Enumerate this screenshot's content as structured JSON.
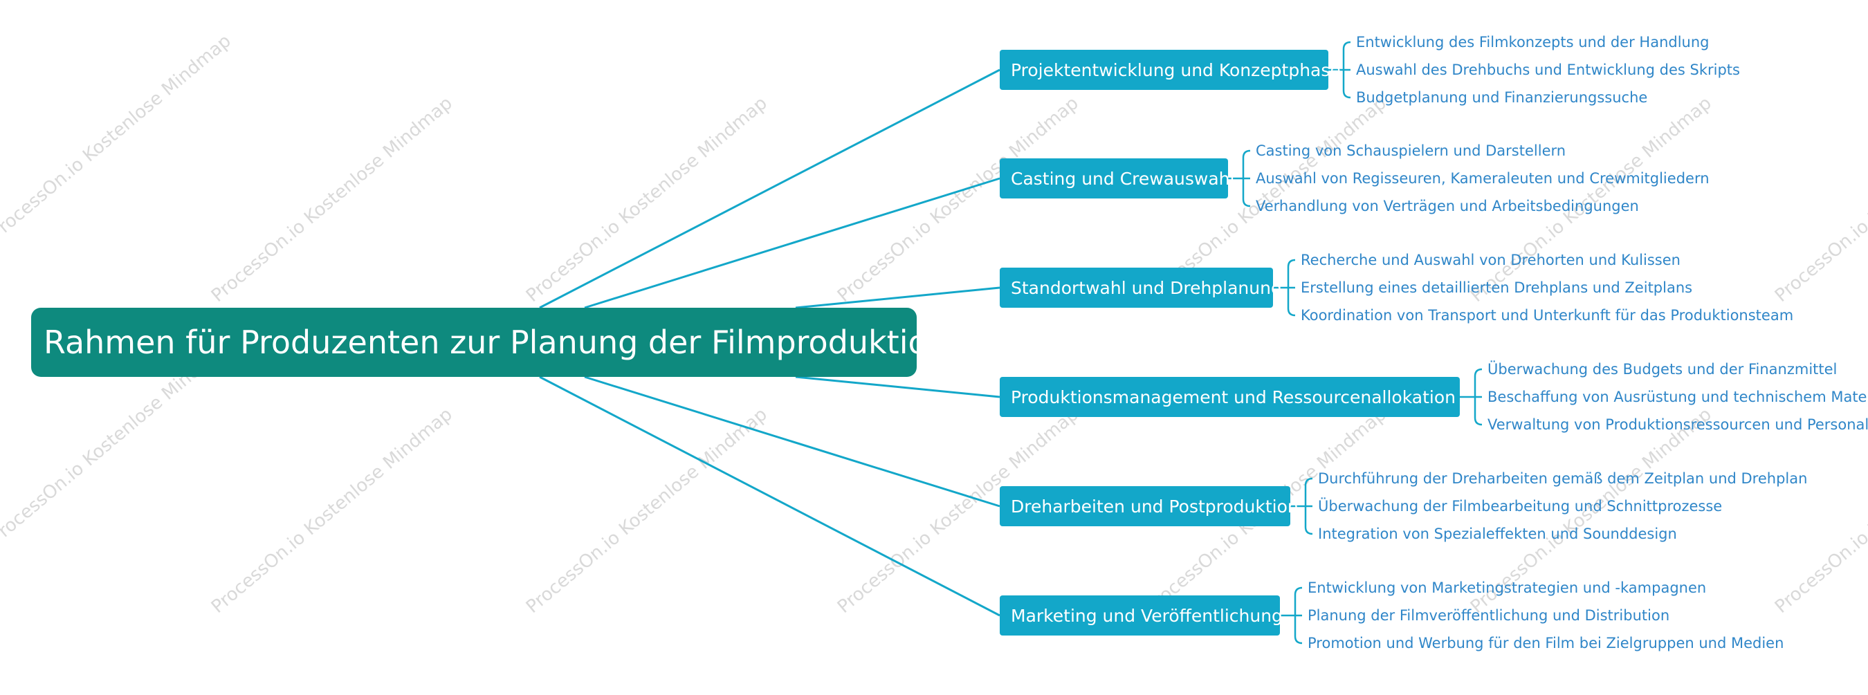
{
  "mindmap": {
    "root": "Rahmen für Produzenten zur Planung der Filmproduktion",
    "watermark": "ProcessOn.io Kostenlose Mindmap",
    "colors": {
      "root": "#0e8a7e",
      "branch": "#13a7c9",
      "line": "#13a7c9",
      "leaf_text": "#2f86c8"
    },
    "branches": [
      {
        "label": "Projektentwicklung und Konzeptphase",
        "children": [
          "Entwicklung des Filmkonzepts und der Handlung",
          "Auswahl des Drehbuchs und Entwicklung des Skripts",
          "Budgetplanung und Finanzierungssuche"
        ]
      },
      {
        "label": "Casting und Crewauswahl",
        "children": [
          "Casting von Schauspielern und Darstellern",
          "Auswahl von Regisseuren, Kameraleuten und Crewmitgliedern",
          "Verhandlung von Verträgen und Arbeitsbedingungen"
        ]
      },
      {
        "label": "Standortwahl und Drehplanung",
        "children": [
          "Recherche und Auswahl von Drehorten und Kulissen",
          "Erstellung eines detaillierten Drehplans und Zeitplans",
          "Koordination von Transport und Unterkunft für das Produktionsteam"
        ]
      },
      {
        "label": "Produktionsmanagement und Ressourcenallokation",
        "children": [
          "Überwachung des Budgets und der Finanzmittel",
          "Beschaffung von Ausrüstung und technischem Material",
          "Verwaltung von Produktionsressourcen und Personal"
        ]
      },
      {
        "label": "Dreharbeiten und Postproduktion",
        "children": [
          "Durchführung der Dreharbeiten gemäß dem Zeitplan und Drehplan",
          "Überwachung der Filmbearbeitung und Schnittprozesse",
          "Integration von Spezialeffekten und Sounddesign"
        ]
      },
      {
        "label": "Marketing und Veröffentlichung",
        "children": [
          "Entwicklung von Marketingstrategien und -kampagnen",
          "Planung der Filmveröffentlichung und Distribution",
          "Promotion und Werbung für den Film bei Zielgruppen und Medien"
        ]
      }
    ]
  }
}
